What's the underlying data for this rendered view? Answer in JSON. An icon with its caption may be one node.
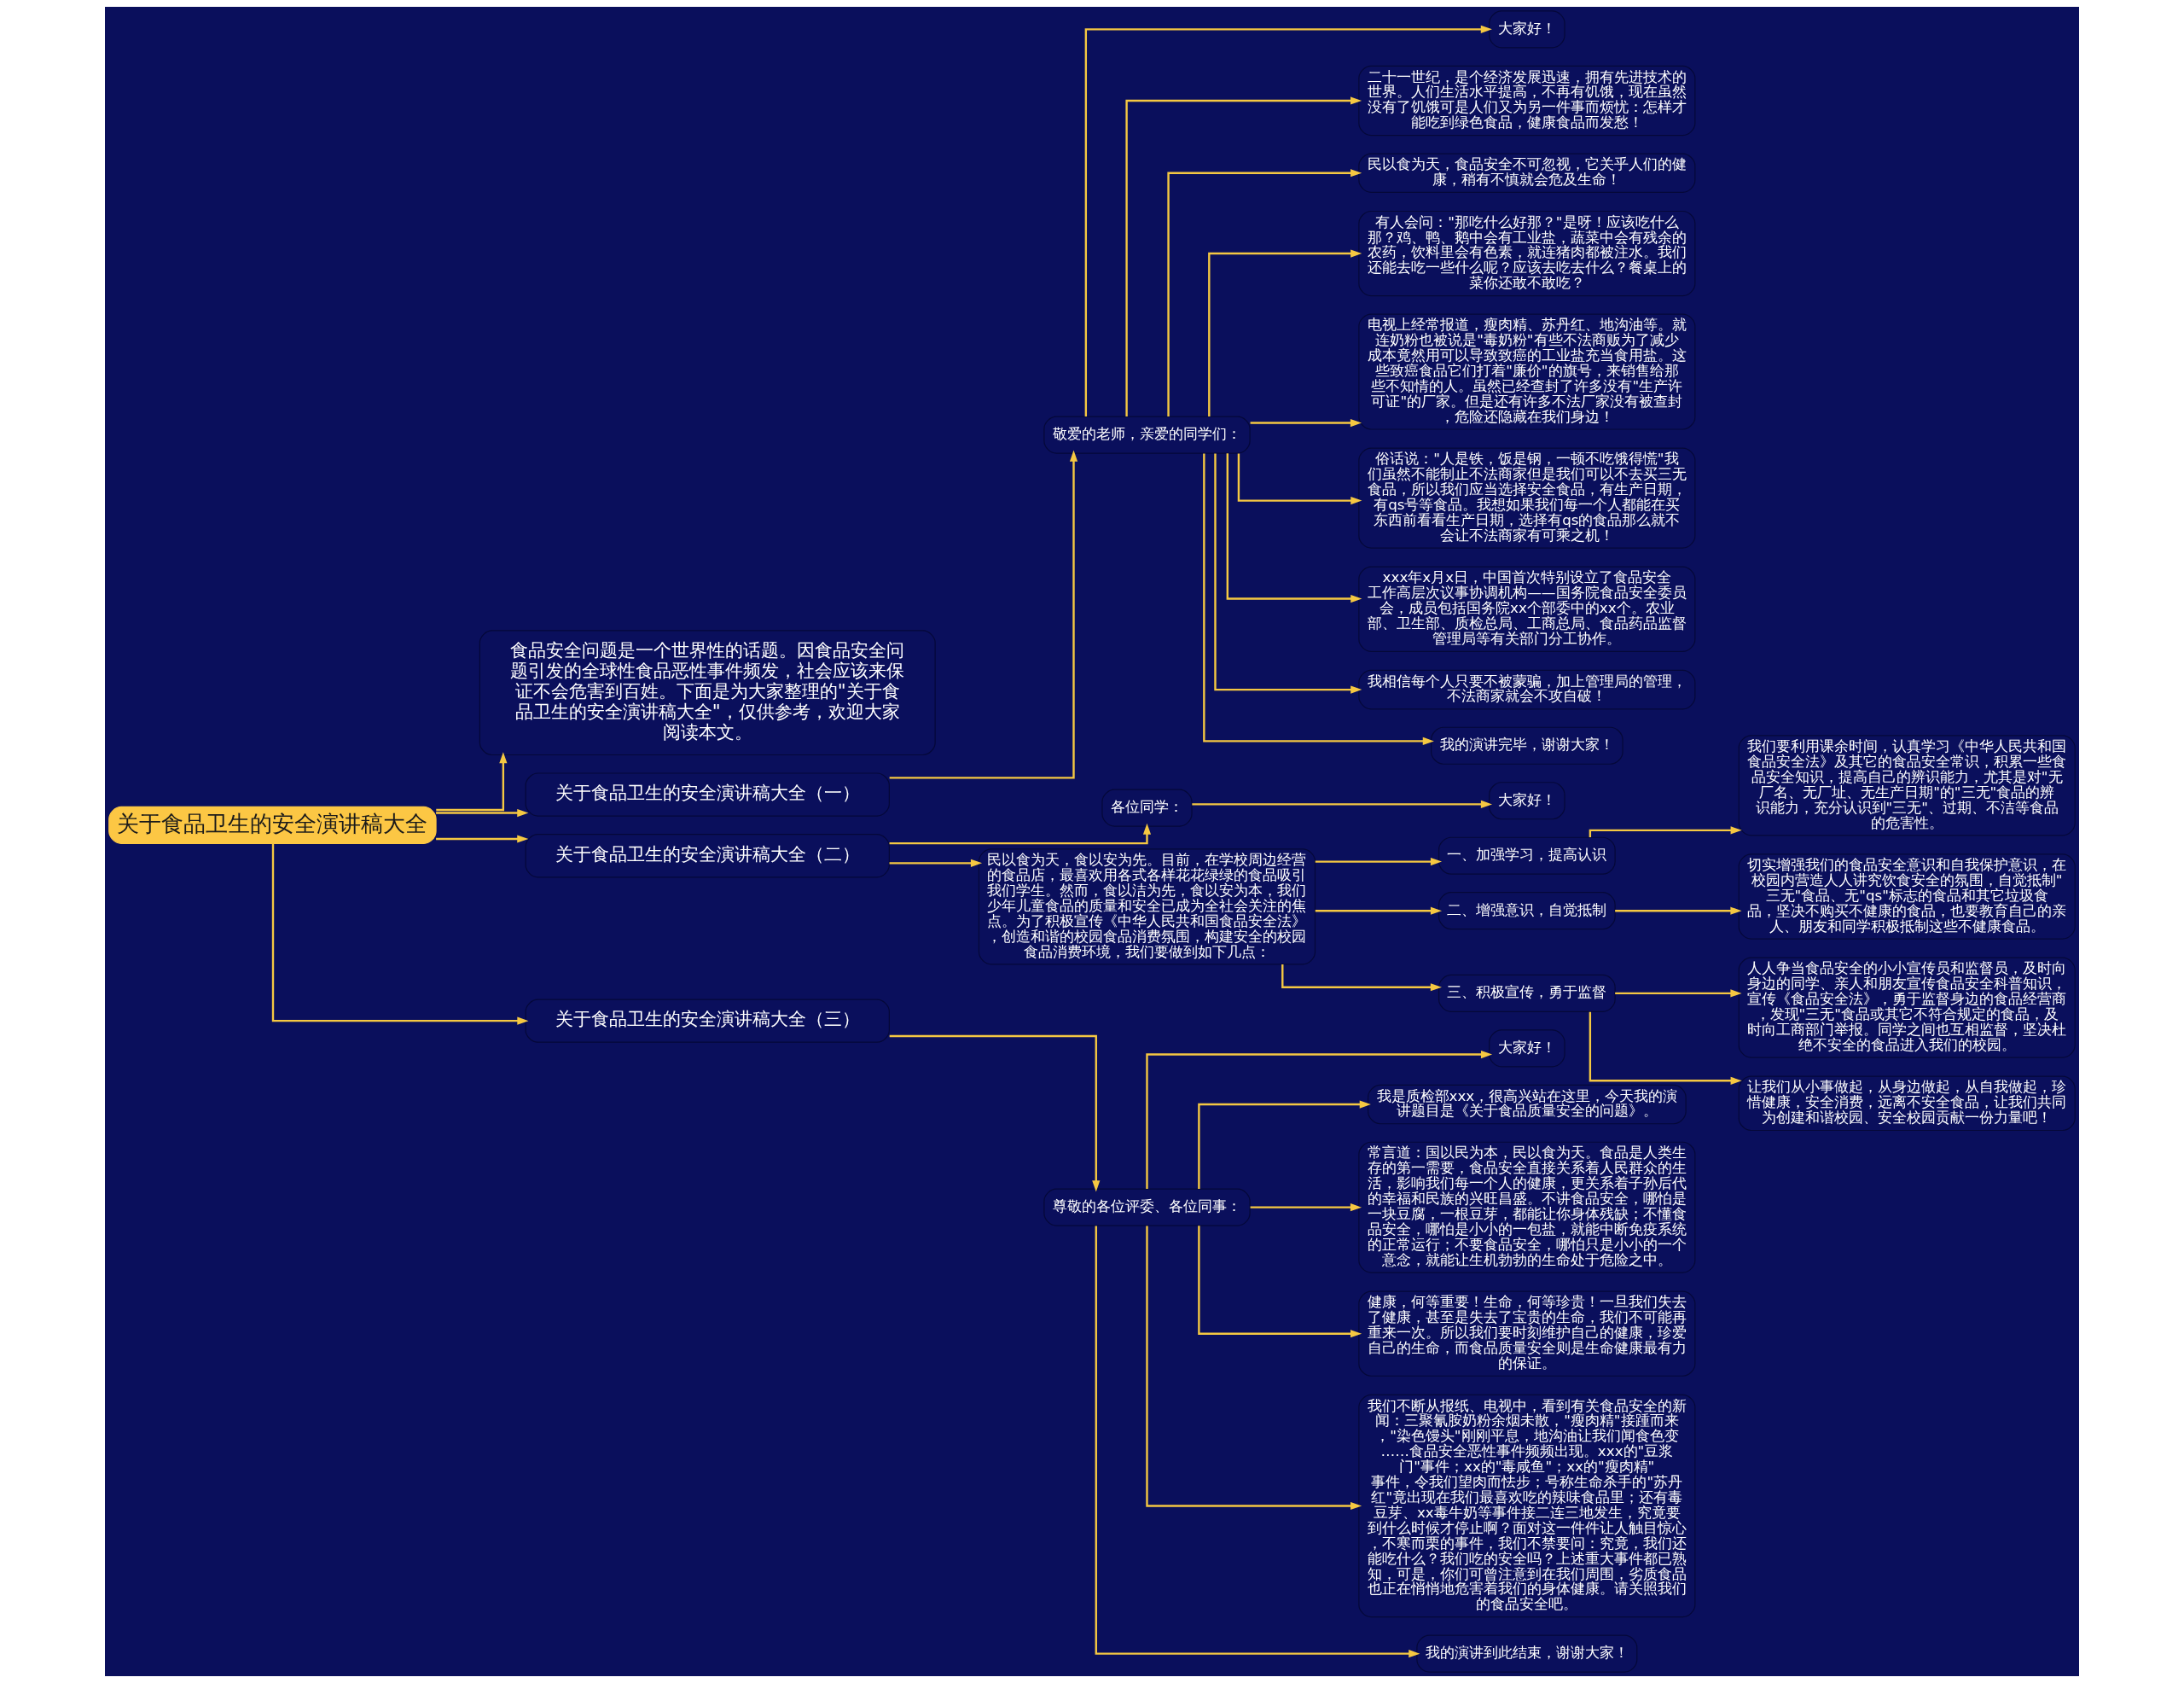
{
  "diagram": {
    "nodes": [
      {
        "text": [
          "关于食品卫生的安全演讲稿大全"
        ]
      },
      {
        "text": [
          "食品安全问题是一个世界性的话题。因食品安全问题引发的全球性食品恶性事件频发，社会应该来保证不会危害到百姓。下面是为大家整理的\"关于食品卫生的安全演讲稿大全\"，仅供参考，欢迎大家阅读本文。"
        ]
      },
      {
        "text": [
          "关于食品卫生的安全演讲稿大全（一）"
        ]
      },
      {
        "text": [
          "敬爱的老师，亲爱的同学们："
        ]
      },
      {
        "text": [
          "大家好！"
        ]
      },
      {
        "text": [
          "二十一世纪，是个经济发展迅速，拥有先进技术的世界。人们生活水平提高，不再有饥饿，现在虽然没有了饥饿可是人们又为另一件事而烦忧：怎样才能吃到绿色食品，健康食品而发愁！"
        ]
      },
      {
        "text": [
          "民以食为天，食品安全不可忽视，它关乎人们的健康，稍有不慎就会危及生命！"
        ]
      },
      {
        "text": [
          "有人会问：\"那吃什么好那？\"是呀！应该吃什么那？鸡、鸭、鹅中会有工业盐，蔬菜中会有残余的农药，饮料里会有色素，就连猪肉都被注水。我们还能去吃一些什么呢？应该去吃去什么？餐桌上的菜你还敢不敢吃？"
        ]
      },
      {
        "text": [
          "电视上经常报道，瘦肉精、苏丹红、地沟油等。就连奶粉也被说是\"毒奶粉\"有些不法商贩为了减少成本竟然用可以导致致癌的工业盐充当食用盐。这些致癌食品它们打着\"廉价\"的旗号，来销售给那些不知情的人。虽然已经查封了许多没有\"生产许可证\"的厂家。但是还有许多不法厂家没有被查封，危险还隐藏在我们身边！"
        ]
      },
      {
        "text": [
          "俗话说：\"人是铁，饭是钢，一顿不吃饿得慌\"我们虽然不能制止不法商家但是我们可以不去买三无食品，所以我们应当选择安全食品，有生产日期，有qs号等食品。我想如果我们每一个人都能在买东西前看看生产日期，选择有qs的食品那么就不会让不法商家有可乘之机！"
        ]
      },
      {
        "text": [
          "xxx年x月x日，中国首次特别设立了食品安全工作高层次议事协调机构——国务院食品安全委员会，成员包括国务院xx个部委中的xx个。农业部、卫生部、质检总局、工商总局、食品药品监督管理局等有关部门分工协作。"
        ]
      },
      {
        "text": [
          "我相信每个人只要不被蒙骗，加上管理局的管理，不法商家就会不攻自破！"
        ]
      },
      {
        "text": [
          "我的演讲完毕，谢谢大家！"
        ]
      },
      {
        "text": [
          "关于食品卫生的安全演讲稿大全（二）"
        ]
      },
      {
        "text": [
          "各位同学："
        ]
      },
      {
        "text": [
          "大家好！"
        ]
      },
      {
        "text": [
          "民以食为天，食以安为先。目前，在学校周边经营的食品店，最喜欢用各式各样花花绿绿的食品吸引我们学生。然而，食以洁为先，食以安为本，我们少年儿童食品的质量和安全已成为全社会关注的焦点。为了积极宣传《中华人民共和国食品安全法》，创造和谐的校园食品消费氛围，构建安全的校园食品消费环境，我们要做到如下几点："
        ]
      },
      {
        "text": [
          "一、加强学习，提高认识"
        ]
      },
      {
        "text": [
          "我们要利用课余时间，认真学习《中华人民共和国食品安全法》及其它的食品安全常识，积累一些食品安全知识，提高自己的辨识能力，尤其是对\"无厂名、无厂址、无生产日期\"的\"三无\"食品的辨识能力，充分认识到\"三无\"、过期、不洁等食品的危害性。"
        ]
      },
      {
        "text": [
          "二、增强意识，自觉抵制"
        ]
      },
      {
        "text": [
          "切实增强我们的食品安全意识和自我保护意识，在校园内营造人人讲究饮食安全的氛围，自觉抵制\"三无\"食品、无\"qs\"标志的食品和其它垃圾食品，坚决不购买不健康的食品，也要教育自己的亲人、朋友和同学积极抵制这些不健康食品。"
        ]
      },
      {
        "text": [
          "三、积极宣传，勇于监督"
        ]
      },
      {
        "text": [
          "人人争当食品安全的小小宣传员和监督员，及时向身边的同学、亲人和朋友宣传食品安全科普知识，宣传《食品安全法》，勇于监督身边的食品经营商，发现\"三无\"食品或其它不符合规定的食品，及时向工商部门举报。同学之间也互相监督，坚决杜绝不安全的食品进入我们的校园。"
        ]
      },
      {
        "text": [
          "让我们从小事做起，从身边做起，从自我做起，珍惜健康，安全消费，远离不安全食品，让我们共同为创建和谐校园、安全校园贡献一份力量吧！"
        ]
      },
      {
        "text": [
          "关于食品卫生的安全演讲稿大全（三）"
        ]
      },
      {
        "text": [
          "尊敬的各位评委、各位同事："
        ]
      },
      {
        "text": [
          "大家好！"
        ]
      },
      {
        "text": [
          "我是质检部xxx，很高兴站在这里，今天我的演讲题目是《关于食品质量安全的问题》。"
        ]
      },
      {
        "text": [
          "常言道：国以民为本，民以食为天。食品是人类生存的第一需要，食品安全直接关系着人民群众的生活，影响我们每一个人的健康，更关系着子孙后代的幸福和民族的兴旺昌盛。不讲食品安全，哪怕是一块豆腐，一根豆芽，都能让你身体残缺；不懂食品安全，哪怕是小小的一包盐，就能中断免疫系统的正常运行；不要食品安全，哪怕只是小小的一个意念，就能让生机勃勃的生命处于危险之中。"
        ]
      },
      {
        "text": [
          "健康，何等重要！生命，何等珍贵！一旦我们失去了健康，甚至是失去了宝贵的生命，我们不可能再重来一次。所以我们要时刻维护自己的健康，珍爱自己的生命，而食品质量安全则是生命健康最有力的保证。"
        ]
      },
      {
        "text": [
          "我们不断从报纸、电视中，看到有关食品安全的新闻：三聚氰胺奶粉余烟未散，\"瘦肉精\"接踵而来，\"染色馒头\"刚刚平息，地沟油让我们闻食色变……食品安全恶性事件频频出现。xxx的\"豆浆门\"事件；xx的\"毒咸鱼\"；xx的\"瘦肉精\"事件，令我们望肉而怯步；号称生命杀手的\"苏丹红\"竟出现在我们最喜欢吃的辣味食品里；还有毒豆芽、xx毒牛奶等事件接二连三地发生，究竟要到什么时候才停止啊？面对这一件件让人触目惊心，不寒而栗的事件，我们不禁要问：究竟，我们还能吃什么？我们吃的安全吗？上述重大事件都已熟知，可是，你们可曾注意到在我们周围，劣质食品也正在悄悄地危害着我们的身体健康。请关照我们的食品安全吧。"
        ]
      },
      {
        "text": [
          "我的演讲到此结束，谢谢大家！"
        ]
      }
    ],
    "edges": [
      {
        "from": 0,
        "to": 1,
        "arrow": "to"
      },
      {
        "from": 0,
        "to": 2,
        "arrow": "to"
      },
      {
        "from": 2,
        "to": 3,
        "arrow": "to"
      },
      {
        "from": 3,
        "to": 4,
        "arrow": "to"
      },
      {
        "from": 3,
        "to": 5,
        "arrow": "to"
      },
      {
        "from": 3,
        "to": 6,
        "arrow": "to"
      },
      {
        "from": 3,
        "to": 7,
        "arrow": "to"
      },
      {
        "from": 3,
        "to": 8,
        "arrow": "to"
      },
      {
        "from": 3,
        "to": 9,
        "arrow": "to"
      },
      {
        "from": 3,
        "to": 10,
        "arrow": "to"
      },
      {
        "from": 3,
        "to": 11,
        "arrow": "to"
      },
      {
        "from": 3,
        "to": 12,
        "arrow": "to"
      },
      {
        "from": 0,
        "to": 13,
        "arrow": "to"
      },
      {
        "from": 13,
        "to": 14,
        "arrow": "to"
      },
      {
        "from": 14,
        "to": 15,
        "arrow": "to"
      },
      {
        "from": 13,
        "to": 16,
        "arrow": "to"
      },
      {
        "from": 16,
        "to": 17,
        "arrow": "to"
      },
      {
        "from": 17,
        "to": 18,
        "arrow": "to"
      },
      {
        "from": 16,
        "to": 19,
        "arrow": "to"
      },
      {
        "from": 19,
        "to": 20,
        "arrow": "to"
      },
      {
        "from": 16,
        "to": 21,
        "arrow": "to"
      },
      {
        "from": 21,
        "to": 22,
        "arrow": "to"
      },
      {
        "from": 21,
        "to": 23,
        "arrow": "to"
      },
      {
        "from": 0,
        "to": 24,
        "arrow": "to"
      },
      {
        "from": 24,
        "to": 25,
        "arrow": "to"
      },
      {
        "from": 25,
        "to": 26,
        "arrow": "to"
      },
      {
        "from": 25,
        "to": 27,
        "arrow": "to"
      },
      {
        "from": 25,
        "to": 28,
        "arrow": "to"
      },
      {
        "from": 25,
        "to": 29,
        "arrow": "to"
      },
      {
        "from": 25,
        "to": 30,
        "arrow": "to"
      },
      {
        "from": 25,
        "to": 31,
        "arrow": "to"
      }
    ]
  }
}
